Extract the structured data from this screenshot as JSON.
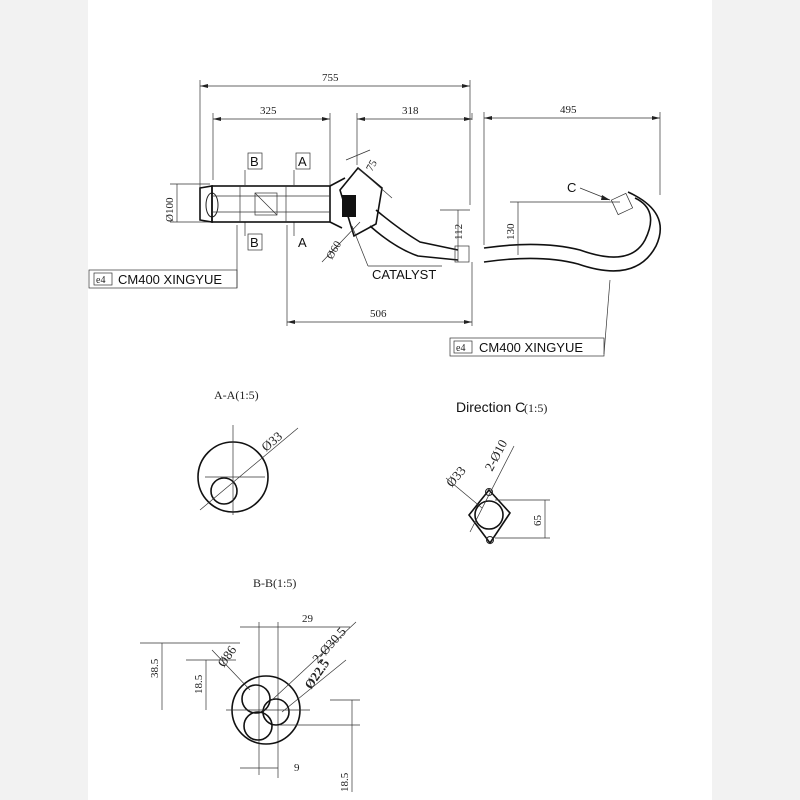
{
  "dimensions": {
    "overall_length": "755",
    "front_length": "325",
    "catalyst_offset": "318",
    "tail_length": "495",
    "lower_length": "506",
    "inlet_diameter": "Ø100",
    "bend_dim": "75",
    "flange_diameter": "Ø60",
    "outlet_drop": "112",
    "tail_rise": "130"
  },
  "labels": {
    "section_a": "A",
    "section_b": "B",
    "direction_c": "C",
    "catalyst": "CATALYST",
    "homologation_mark": "e4",
    "model_left": "CM400 XINGYUE",
    "model_right": "CM400  XINGYUE"
  },
  "section_aa": {
    "title": "A-A(1:5)",
    "diameter": "Ø33"
  },
  "direction_c_view": {
    "title": "Direction C",
    "scale": "(1:5)",
    "hole_spec": "2-Ø10",
    "pipe_diameter": "Ø33",
    "height": "65"
  },
  "section_bb": {
    "title": "B-B(1:5)",
    "center_spacing": "29",
    "pipe_spec": "2-Ø30.5",
    "body_diameter": "Ø86",
    "inner_diameter": "Ø22.5",
    "height_upper": "38.5",
    "offset_upper": "18.5",
    "offset_bottom": "9",
    "height_lower": "18.5"
  }
}
